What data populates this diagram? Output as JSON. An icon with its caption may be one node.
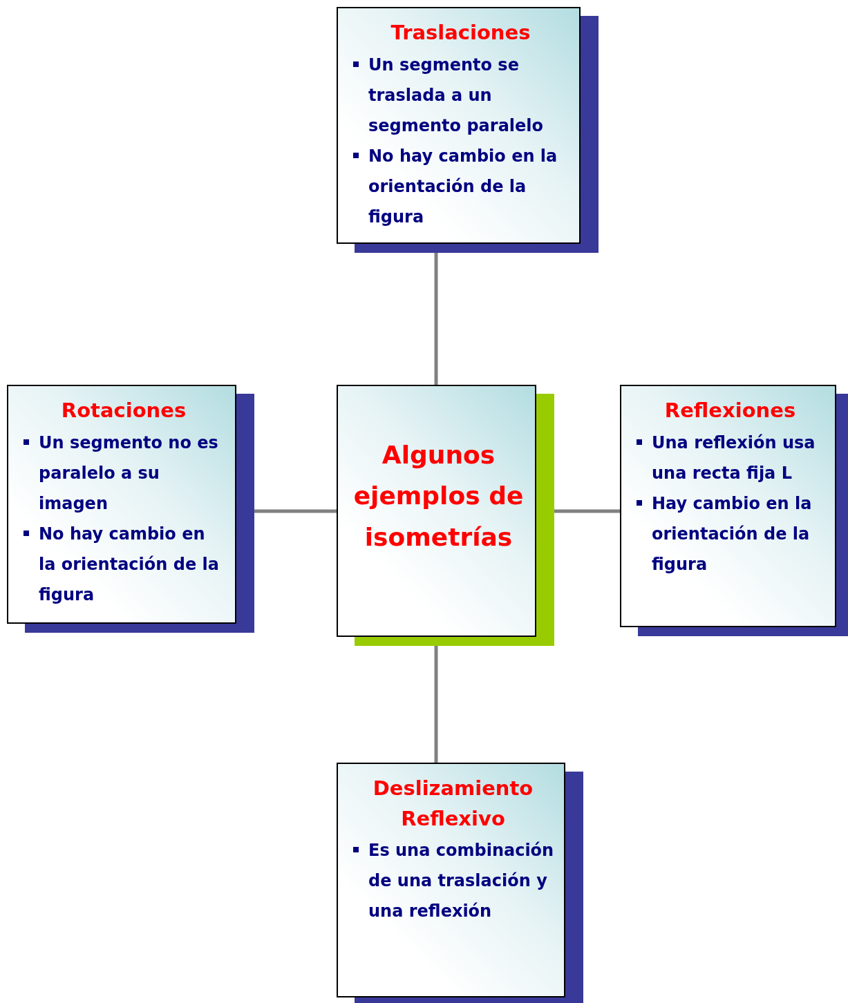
{
  "diagram": {
    "nodes": [
      {
        "text": [
          "Traslaciones",
          "Un segmento se traslada a un segmento paralelo",
          "No hay cambio en la orientación de la figura"
        ]
      },
      {
        "text": [
          "Rotaciones",
          "Un segmento no es paralelo a su imagen",
          "No hay cambio en la orientación de la figura"
        ]
      },
      {
        "text": [
          "Algunos ejemplos de isometrías"
        ]
      },
      {
        "text": [
          "Reflexiones",
          "Una reflexión usa una recta fija L",
          "Hay cambio en la orientación de la figura"
        ]
      },
      {
        "text": [
          "Deslizamiento Reflexivo",
          "Es una combinación de una traslación y una reflexión"
        ]
      }
    ],
    "edges": [
      {
        "from": 2,
        "to": 0,
        "arrow": "none"
      },
      {
        "from": 2,
        "to": 1,
        "arrow": "none"
      },
      {
        "from": 2,
        "to": 3,
        "arrow": "none"
      },
      {
        "from": 2,
        "to": 4,
        "arrow": "none"
      }
    ]
  }
}
